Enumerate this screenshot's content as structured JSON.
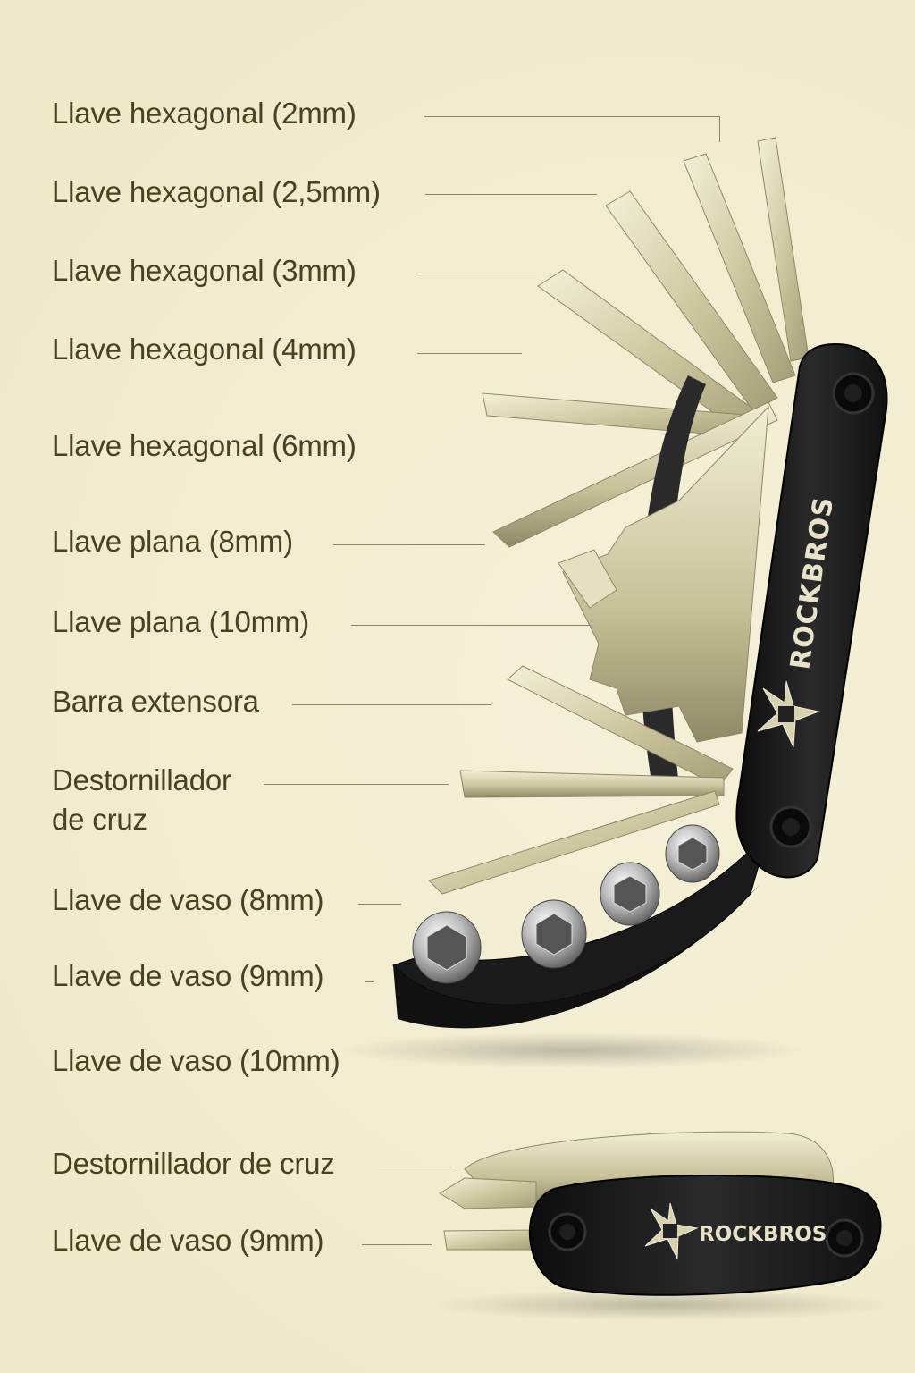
{
  "labels": {
    "hex_2": "Llave hexagonal  (2mm)",
    "hex_2_5": "Llave hexagonal (2,5mm)",
    "hex_3": "Llave hexagonal  (3mm)",
    "hex_4": "Llave hexagonal  (4mm)",
    "hex_6": "Llave hexagonal  (6mm)",
    "flat_8": "Llave plana (8mm)",
    "flat_10": "Llave plana (10mm)",
    "extension_bar": "Barra extensora",
    "screwdriver_line1": "Destornillador",
    "screwdriver_line2": "de cruz",
    "socket_8": "Llave de vaso (8mm)",
    "socket_9": "Llave de vaso (9mm)",
    "socket_10": "Llave de vaso (10mm)",
    "closed_screwdriver": "Destornillador de cruz",
    "closed_socket_9": "Llave de vaso (9mm)"
  },
  "brand": {
    "name": "ROCKBROS",
    "logo_icon": "rockbros-star-icon"
  },
  "colors": {
    "background": "#f3eed3",
    "text": "#47431f",
    "leader_line": "#8a865f",
    "tool_metal": "#d8d2ae",
    "handle_black": "#1c1c1c",
    "socket_chrome": "#c9c9c9"
  }
}
